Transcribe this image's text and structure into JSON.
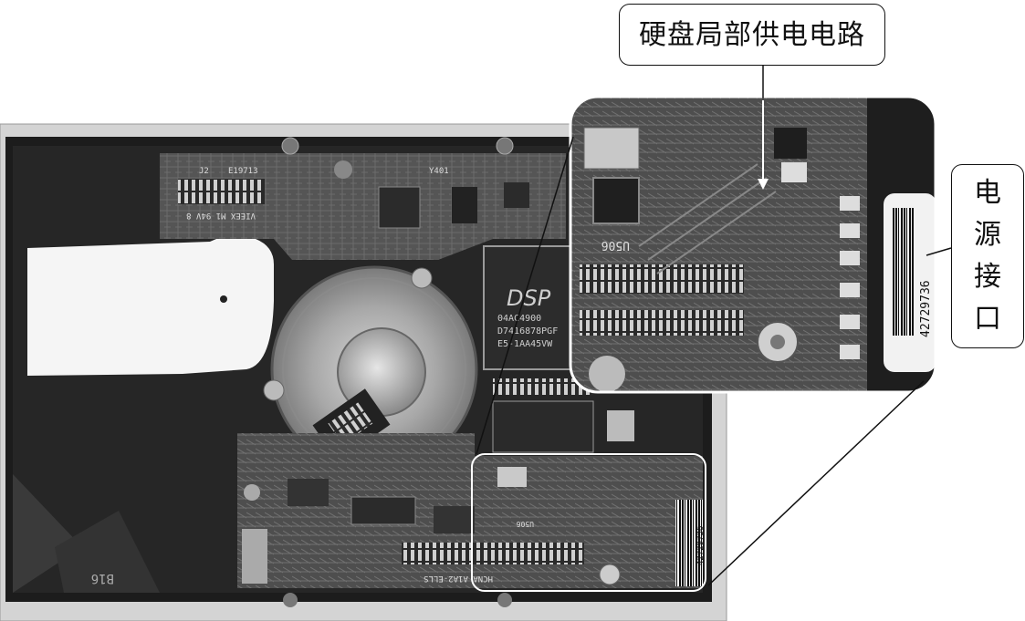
{
  "callouts": {
    "local_power_circuit": "硬盘局部供电电路",
    "power_interface_chars": [
      "电",
      "源",
      "接",
      "口"
    ]
  },
  "board_markings": {
    "dsp_brand": "DSP",
    "dsp_line1": "04AC4900",
    "dsp_line2": "D7416878PGF",
    "dsp_line3": "E5-1AA45VW",
    "chip_u506": "U506",
    "corner_label": "B16",
    "serial_number": "42729736",
    "connector_label": "J2",
    "header_code": "E19713",
    "board_text": "VIEEX M1 94V 8",
    "y401": "Y401",
    "bottom_code": "HCNA A1A2-ELLS"
  },
  "colors": {
    "case_dark": "#1c1c1c",
    "case_mid": "#3a3a3a",
    "pcb": "#5a5a5a",
    "metal": "#b8b8b8",
    "label_white": "#f2f2f2",
    "frame_line": "#111111"
  }
}
